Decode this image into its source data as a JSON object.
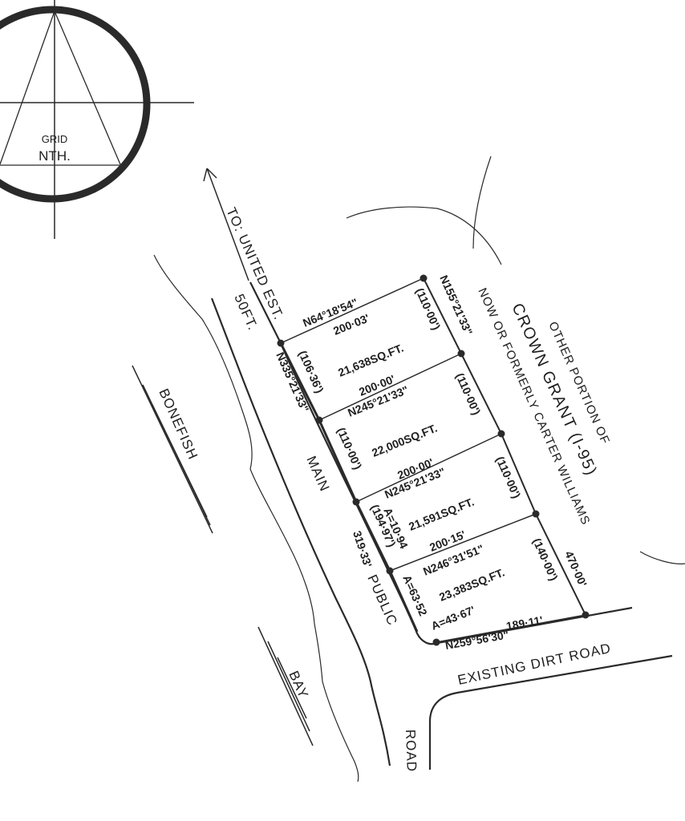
{
  "compass": {
    "line1": "GRID",
    "line2": "NTH."
  },
  "roads": {
    "to_united": "TO: UNITED EST.",
    "width": "50FT.",
    "main": "MAIN",
    "public": "PUBLIC",
    "road": "ROAD",
    "dirt_road": "EXISTING DIRT ROAD",
    "frontage": "319·33'"
  },
  "water": {
    "bonefish": "BONEFISH",
    "bay": "BAY"
  },
  "adjoining": {
    "line1": "OTHER PORTION OF",
    "line2": "CROWN GRANT (I-95)",
    "line3": "NOW OR FORMERLY CARTER WILLIAMS"
  },
  "bearings": {
    "north_boundary": "N64°18'54\"",
    "north_boundary_dist": "200·03'",
    "east_upper": "N155°21'33\"",
    "west_front": "N335°21'33\"",
    "lot_line_1": "N245°21'33\"",
    "lot_line_1_dist": "200·00'",
    "lot_line_2": "N245°21'33\"",
    "lot_line_2_dist": "200·00'",
    "lot_line_3": "N246°31'51\"",
    "lot_line_3_dist": "200·15'",
    "south_boundary": "N259°56'30\"",
    "east_total": "470·00'"
  },
  "lots": [
    {
      "area": "21,638SQ.FT.",
      "front": "(106·36')",
      "back": "(110·00')"
    },
    {
      "area": "22,000SQ.FT.",
      "front": "(110·00')",
      "back": "(110·00')"
    },
    {
      "area": "21,591SQ.FT.",
      "front": "(194·97')",
      "back": "(110·00')",
      "arc": "A=10·94"
    },
    {
      "area": "23,383SQ.FT.",
      "back": "(140·00')",
      "south_dist": "189·11'",
      "arc1": "A=63·52",
      "arc2": "A=43·67'"
    }
  ]
}
